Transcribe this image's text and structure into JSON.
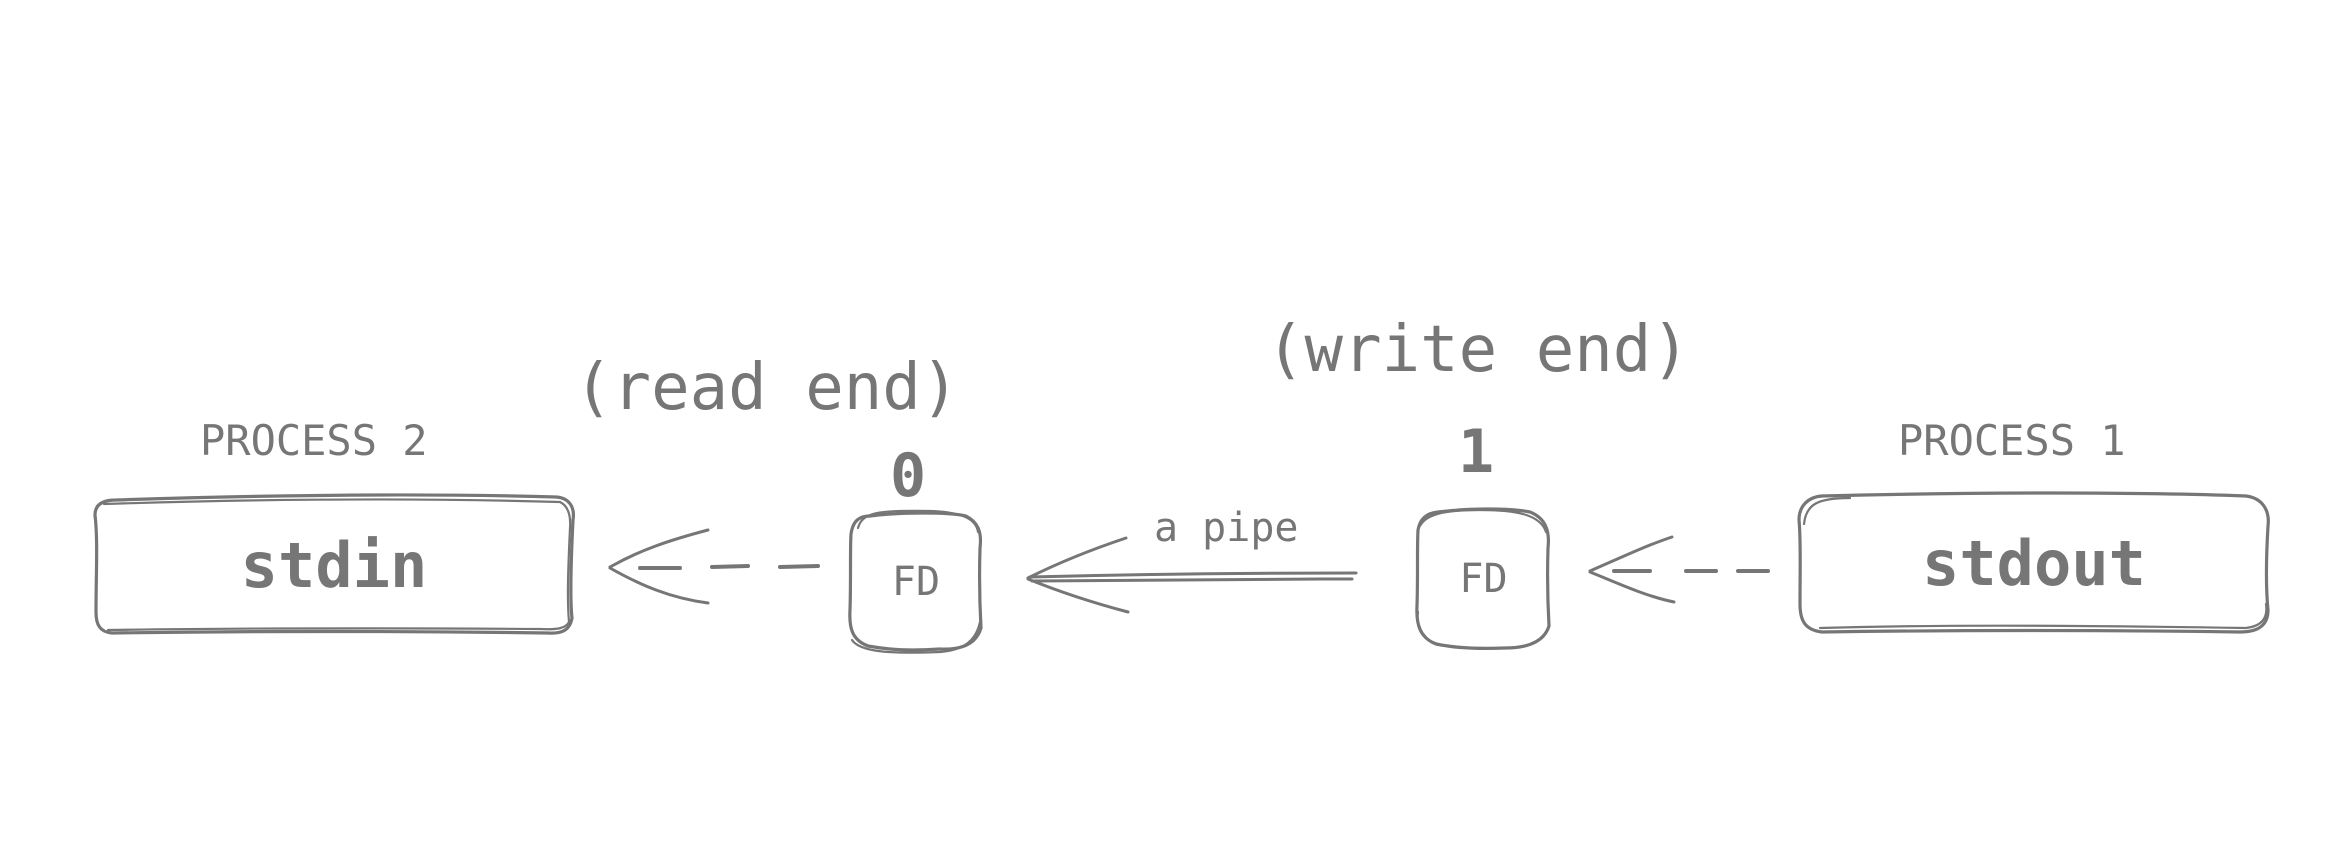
{
  "process2": {
    "title": "PROCESS 2",
    "stream": "stdin"
  },
  "process1": {
    "title": "PROCESS 1",
    "stream": "stdout"
  },
  "read_end": {
    "caption": "(read end)",
    "fd_number": "0",
    "fd_label": "FD"
  },
  "write_end": {
    "caption": "(write end)",
    "fd_number": "1",
    "fd_label": "FD"
  },
  "pipe": {
    "label": "a pipe"
  },
  "colors": {
    "ink": "#767676",
    "background": "#ffffff"
  }
}
